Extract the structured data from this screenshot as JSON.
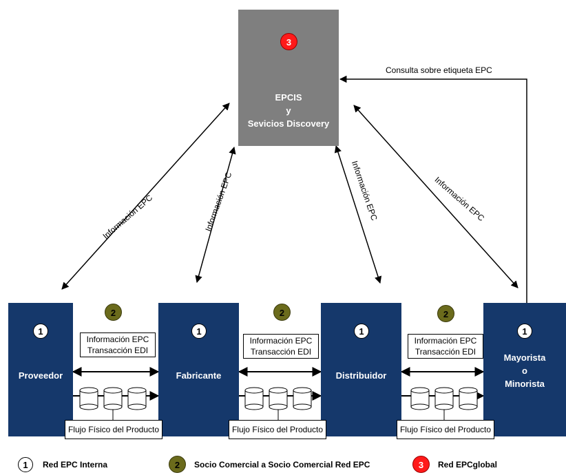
{
  "center": {
    "badge": "3",
    "line1": "EPCIS",
    "line2": "y",
    "line3": "Sevicios Discovery"
  },
  "query_label": "Consulta sobre etiqueta EPC",
  "info_labels": [
    "Información EPC",
    "Información EPC",
    "Información EPC",
    "Información EPC"
  ],
  "nodes": [
    {
      "badge": "1",
      "label": "Proveedor"
    },
    {
      "badge": "1",
      "label": "Fabricante"
    },
    {
      "badge": "1",
      "label": "Distribuidor"
    },
    {
      "badge": "1",
      "label_line1": "Mayorista",
      "label_line2": "o",
      "label_line3": "Minorista"
    }
  ],
  "links": [
    {
      "badge": "2",
      "line1": "Información EPC",
      "line2": "Transacción EDI",
      "flow": "Flujo Físico del Producto"
    },
    {
      "badge": "2",
      "line1": "Información EPC",
      "line2": "Transacción EDI",
      "flow": "Flujo Físico del Producto"
    },
    {
      "badge": "2",
      "line1": "Información EPC",
      "line2": "Transacción EDI",
      "flow": "Flujo Físico del Producto"
    }
  ],
  "legend": [
    {
      "badge": "1",
      "text": "Red EPC Interna",
      "color": "#ffffff"
    },
    {
      "badge": "2",
      "text": "Socio Comercial a Socio Comercial Red EPC",
      "color": "#6b6b1c"
    },
    {
      "badge": "3",
      "text": "Red EPCglobal",
      "color": "#ff1a1a"
    }
  ],
  "colors": {
    "node": "#15386b",
    "center": "#7f7f7f"
  }
}
